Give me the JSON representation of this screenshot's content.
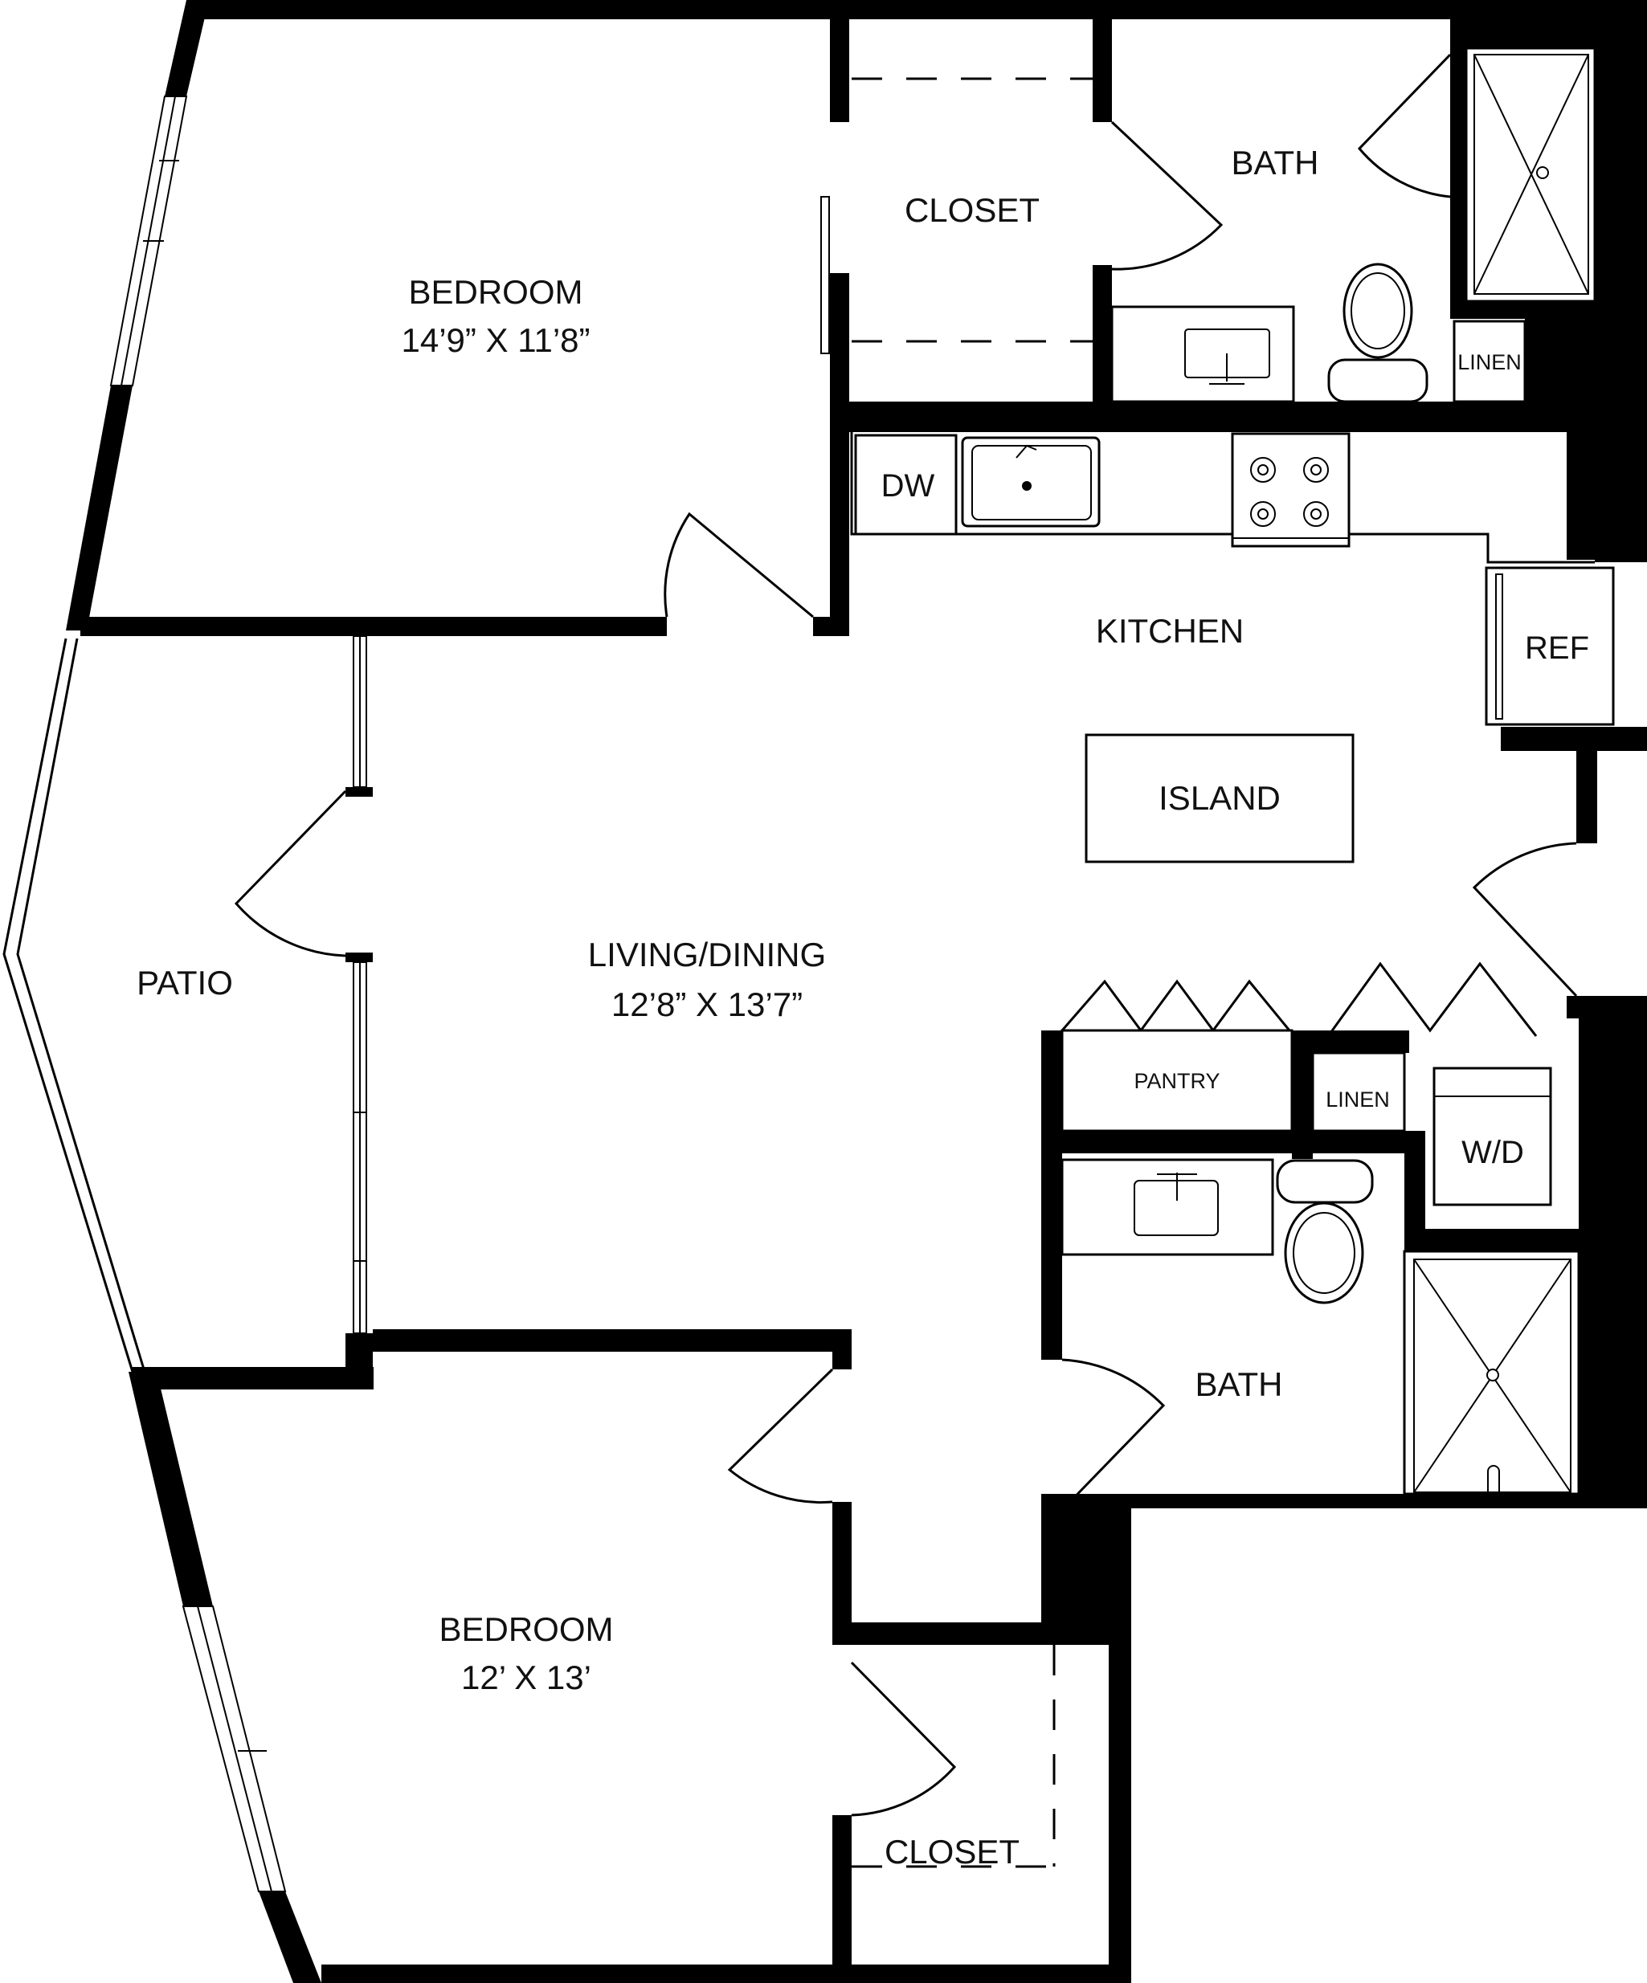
{
  "rooms": {
    "bedroom_1": {
      "name": "BEDROOM",
      "dims": "14’9” X 11’8”"
    },
    "closet_1": {
      "name": "CLOSET"
    },
    "bath_1": {
      "name": "BATH"
    },
    "linen_1": {
      "name": "LINEN"
    },
    "kitchen": {
      "name": "KITCHEN"
    },
    "living_dining": {
      "name": "LIVING/DINING",
      "dims": "12’8” X 13’7”"
    },
    "patio": {
      "name": "PATIO"
    },
    "pantry": {
      "name": "PANTRY"
    },
    "linen_2": {
      "name": "LINEN"
    },
    "bath_2": {
      "name": "BATH"
    },
    "bedroom_2": {
      "name": "BEDROOM",
      "dims": "12’ X 13’"
    },
    "closet_2": {
      "name": "CLOSET"
    }
  },
  "fixtures": {
    "dishwasher": "DW",
    "refrigerator": "REF",
    "island": "ISLAND",
    "washer_dryer": "W/D"
  }
}
